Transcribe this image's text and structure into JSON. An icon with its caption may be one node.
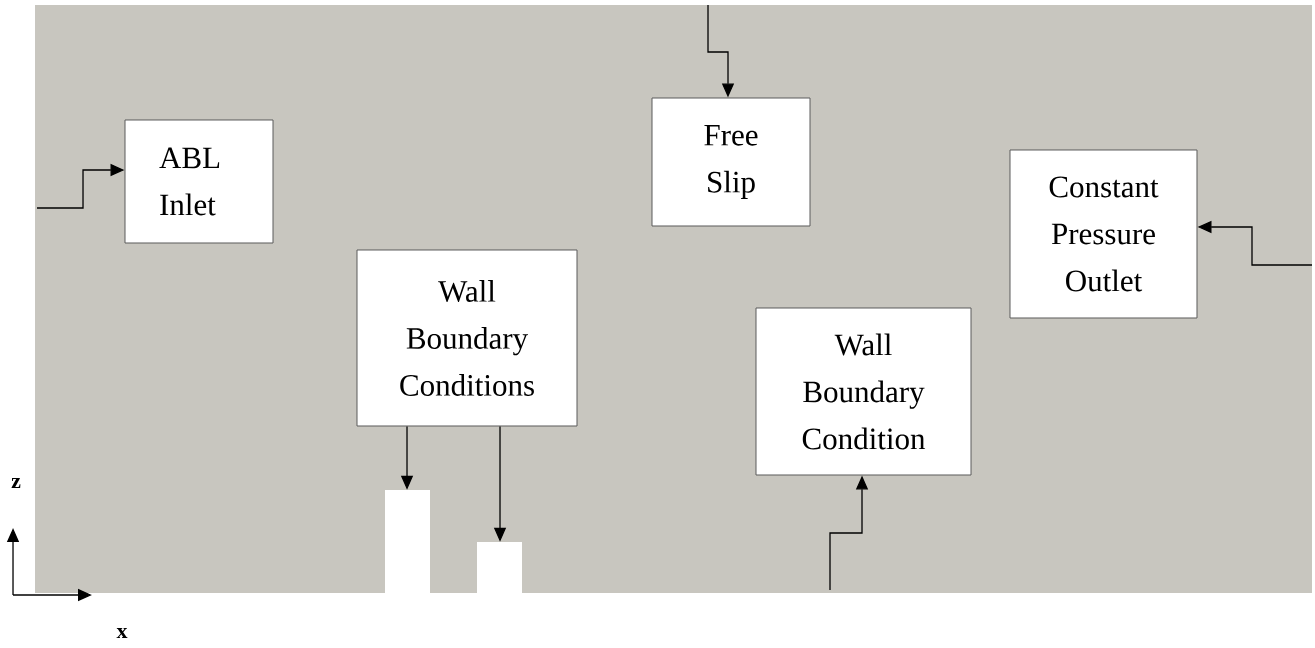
{
  "diagram": {
    "nodes": [
      {
        "text": [
          "ABL Inlet"
        ]
      },
      {
        "text": [
          "Free Slip"
        ]
      },
      {
        "text": [
          "Constant Pressure Outlet"
        ]
      },
      {
        "text": [
          "Wall Boundary Conditions"
        ]
      },
      {
        "text": [
          "Wall Boundary Condition"
        ]
      },
      {
        "text": [],
        "shape": "box"
      },
      {
        "text": [],
        "shape": "box"
      }
    ],
    "edges": [
      {
        "from": null,
        "to": 0,
        "arrow": "to"
      },
      {
        "from": null,
        "to": 1,
        "arrow": "to"
      },
      {
        "from": null,
        "to": 2,
        "arrow": "to"
      },
      {
        "from": 3,
        "to": 5,
        "arrow": "to"
      },
      {
        "from": 3,
        "to": 6,
        "arrow": "to"
      },
      {
        "from": null,
        "to": 4,
        "arrow": "to"
      }
    ],
    "labels": [
      "z",
      "x"
    ]
  }
}
